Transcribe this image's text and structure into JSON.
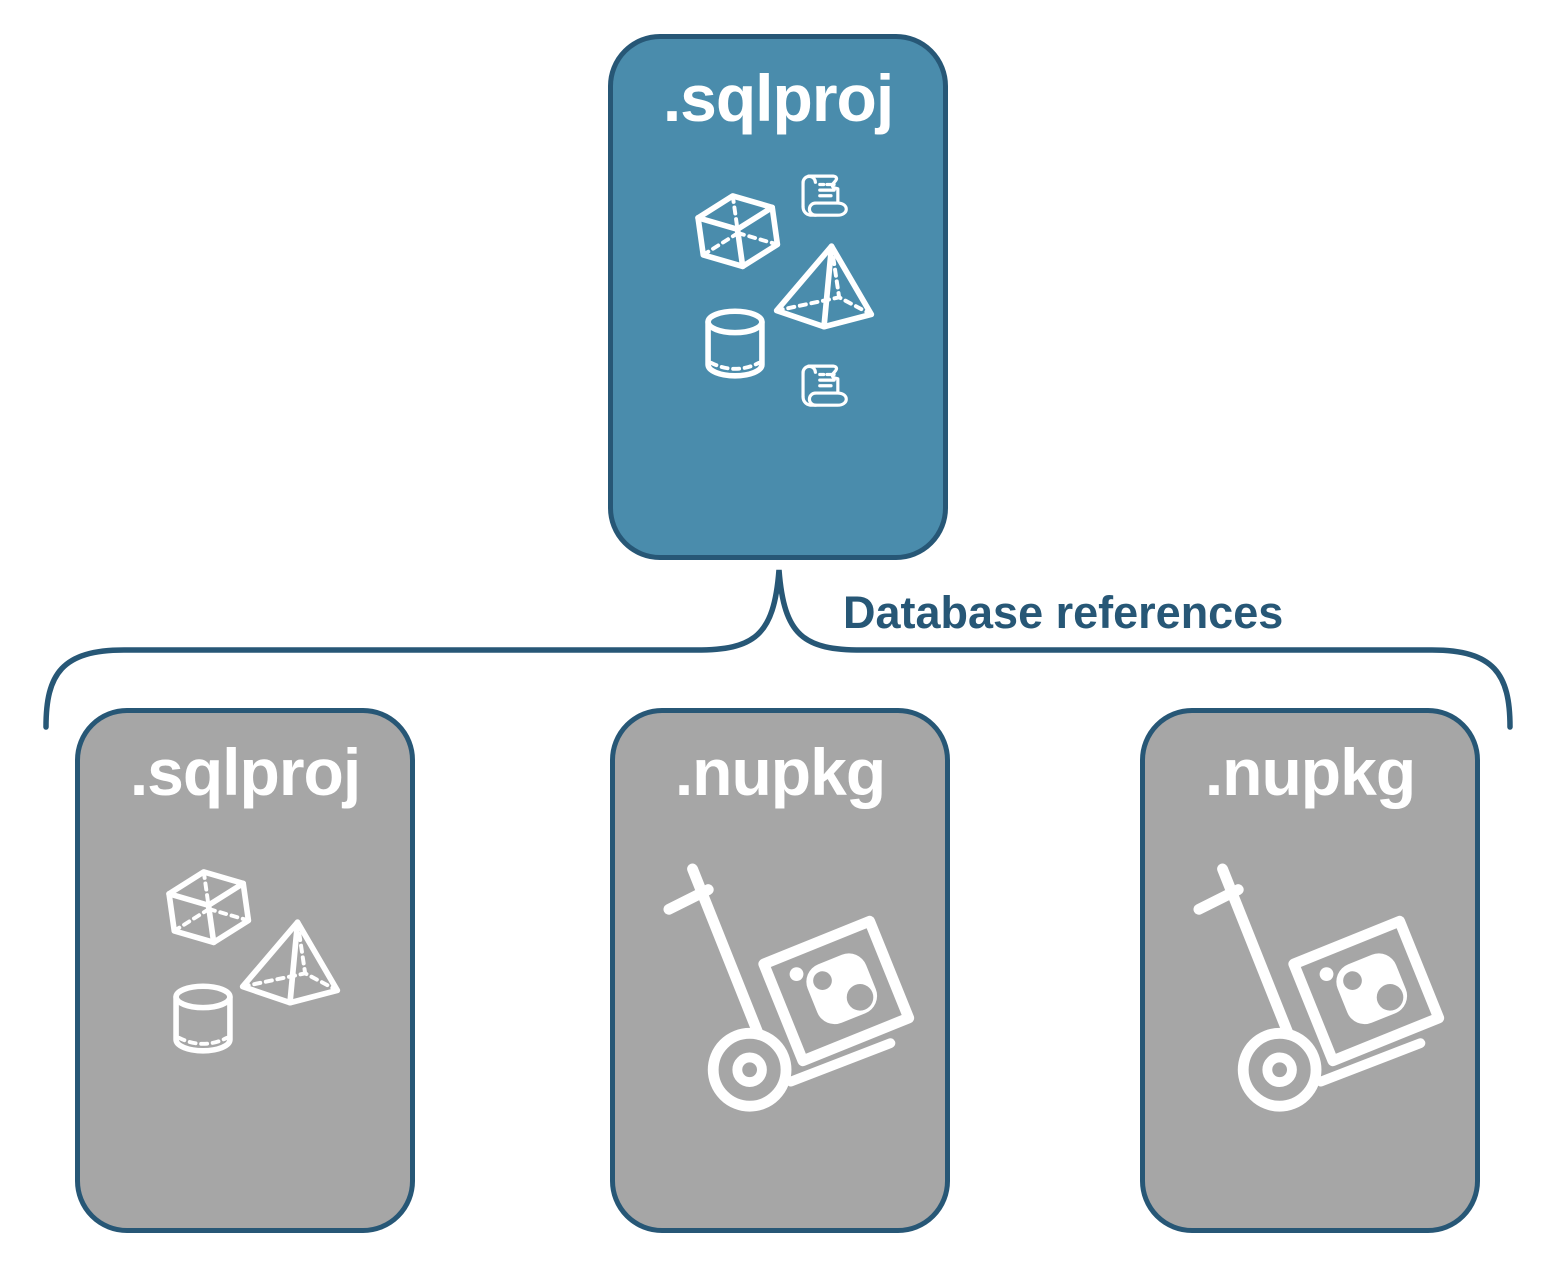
{
  "colors": {
    "parent_card_bg": "#4a8cac",
    "reference_card_bg": "#a6a6a6",
    "outline": "#275776",
    "label_color": "#275776",
    "icon_color": "#ffffff"
  },
  "connector": {
    "label": "Database references"
  },
  "cards": {
    "parent": {
      "label": ".sqlproj",
      "icons": [
        "scroll-icon",
        "cube-icon",
        "pyramid-icon",
        "cylinder-icon",
        "scroll-icon"
      ]
    },
    "references": [
      {
        "label": ".sqlproj",
        "icons": [
          "cube-icon",
          "pyramid-icon",
          "cylinder-icon"
        ]
      },
      {
        "label": ".nupkg",
        "icons": [
          "nuget-hand-truck-icon"
        ]
      },
      {
        "label": ".nupkg",
        "icons": [
          "nuget-hand-truck-icon"
        ]
      }
    ]
  }
}
